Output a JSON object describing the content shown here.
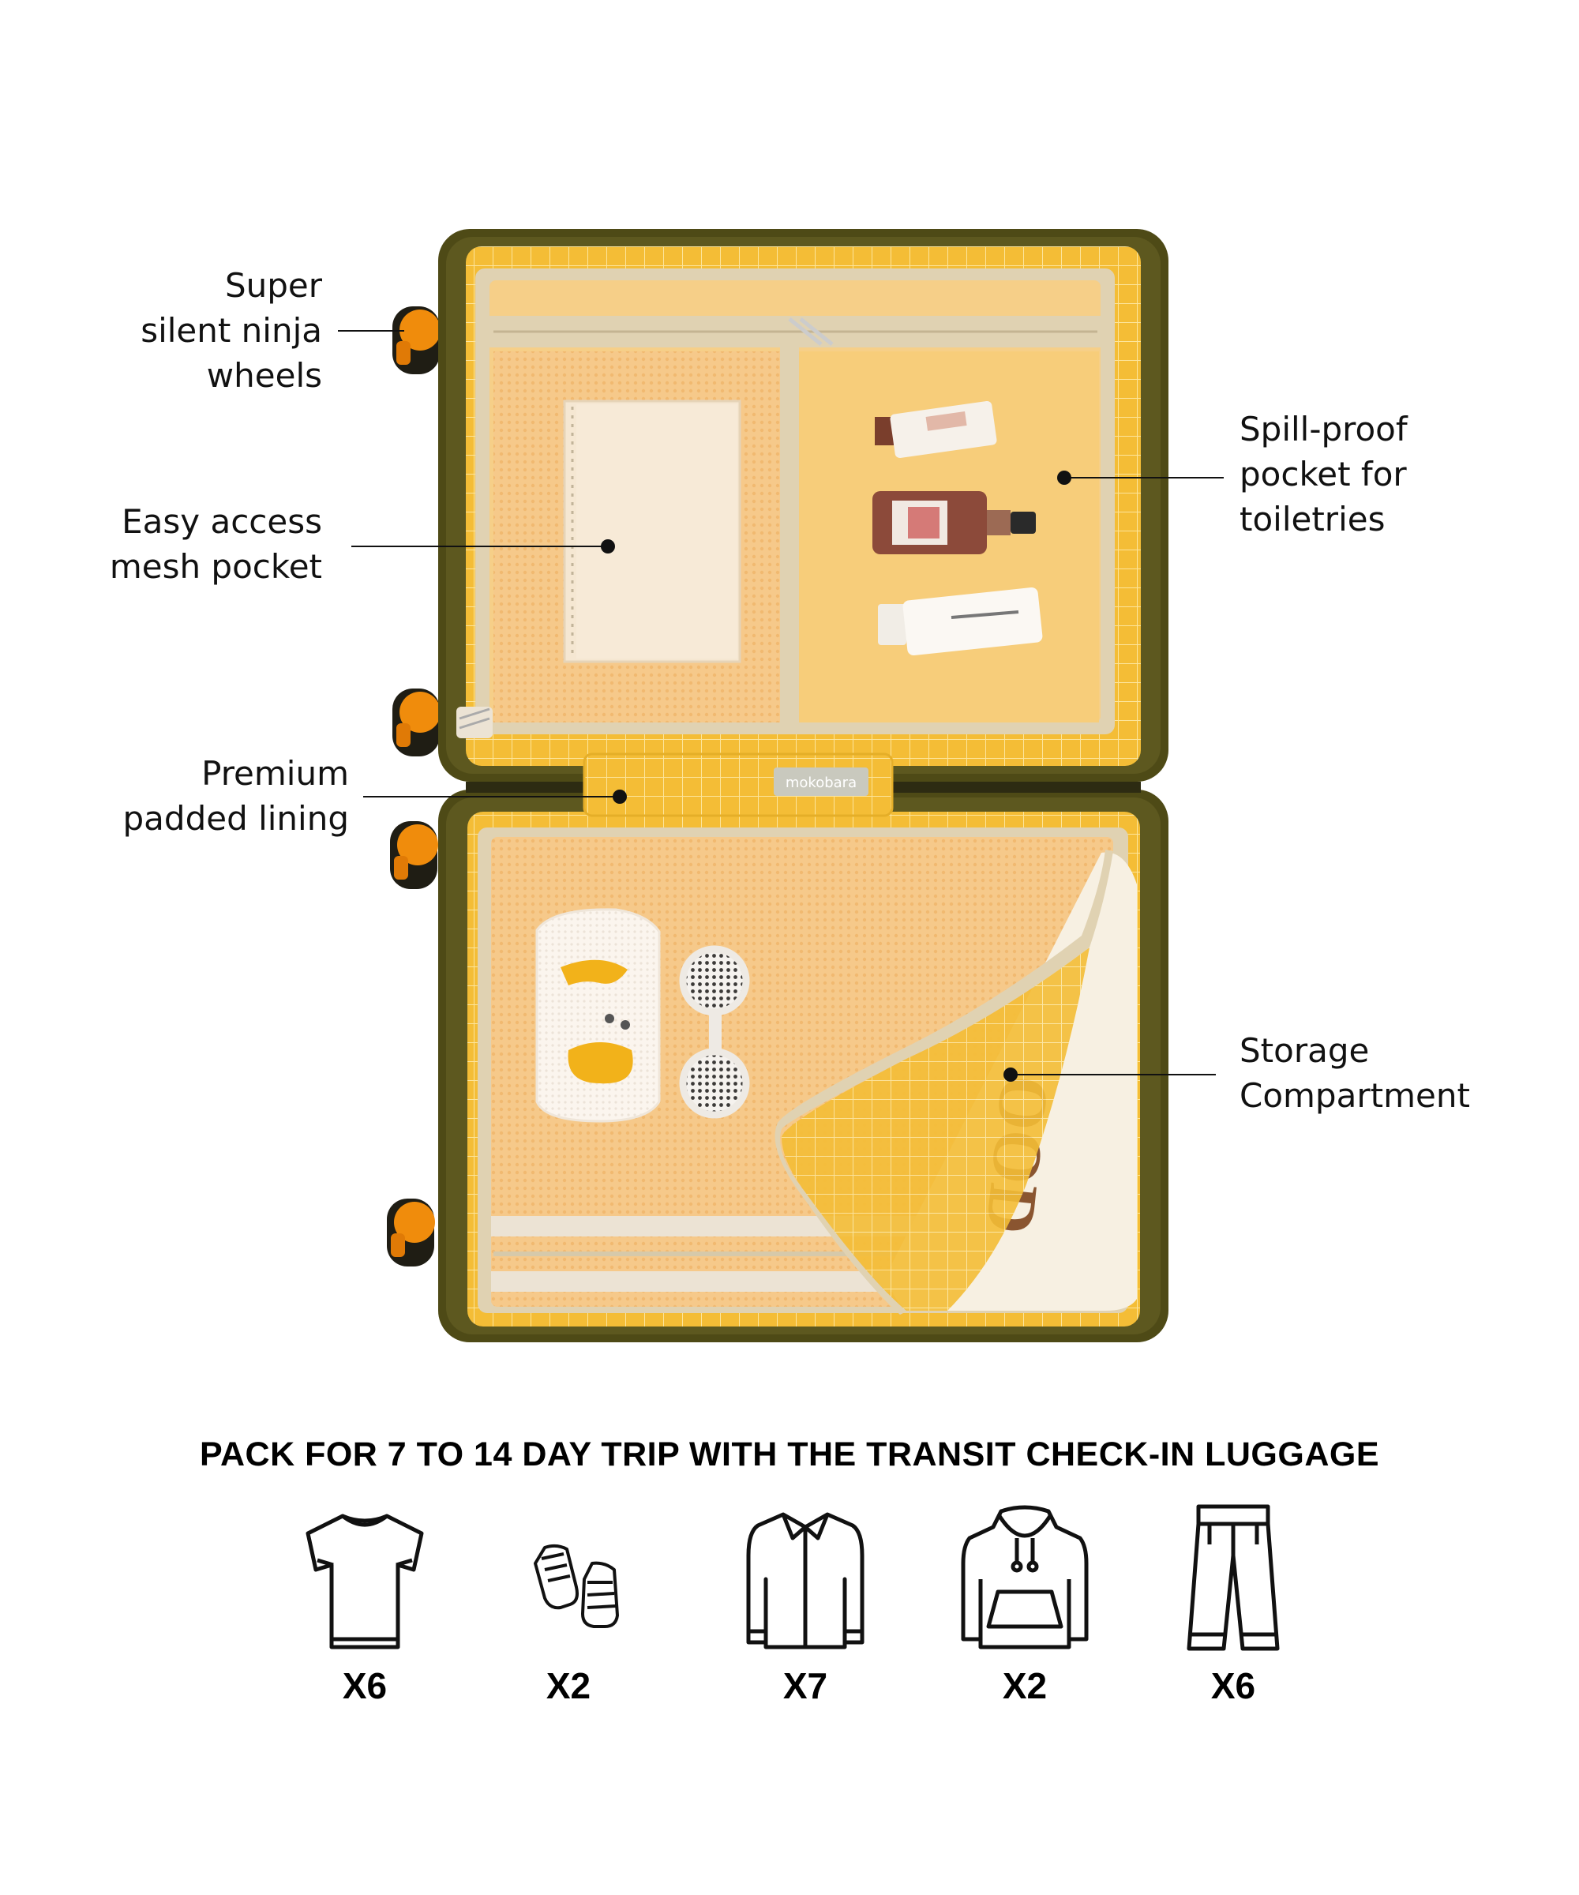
{
  "callouts": {
    "wheels": [
      "Super",
      "silent ninja",
      "wheels"
    ],
    "mesh_pocket": [
      "Easy access",
      "mesh pocket"
    ],
    "lining": [
      "Premium",
      "padded lining"
    ],
    "toiletries": [
      "Spill-proof",
      "pocket for",
      "toiletries"
    ],
    "storage": [
      "Storage",
      "Compartment"
    ]
  },
  "brand_tag": "mokobara",
  "heading": "PACK FOR 7 TO 14 DAY TRIP WITH THE TRANSIT CHECK-IN LUGGAGE",
  "pack_items": [
    {
      "icon": "tshirt-icon",
      "count": "X6"
    },
    {
      "icon": "sneakers-icon",
      "count": "X2"
    },
    {
      "icon": "shirt-icon",
      "count": "X7"
    },
    {
      "icon": "hoodie-icon",
      "count": "X2"
    },
    {
      "icon": "trousers-icon",
      "count": "X6"
    }
  ],
  "colors": {
    "shell": "#4e4a16",
    "lining": "#f6c23c",
    "pocket": "#f6cf88",
    "wheel": "#f08c0c",
    "zipper_trim": "#e0d2b2"
  }
}
